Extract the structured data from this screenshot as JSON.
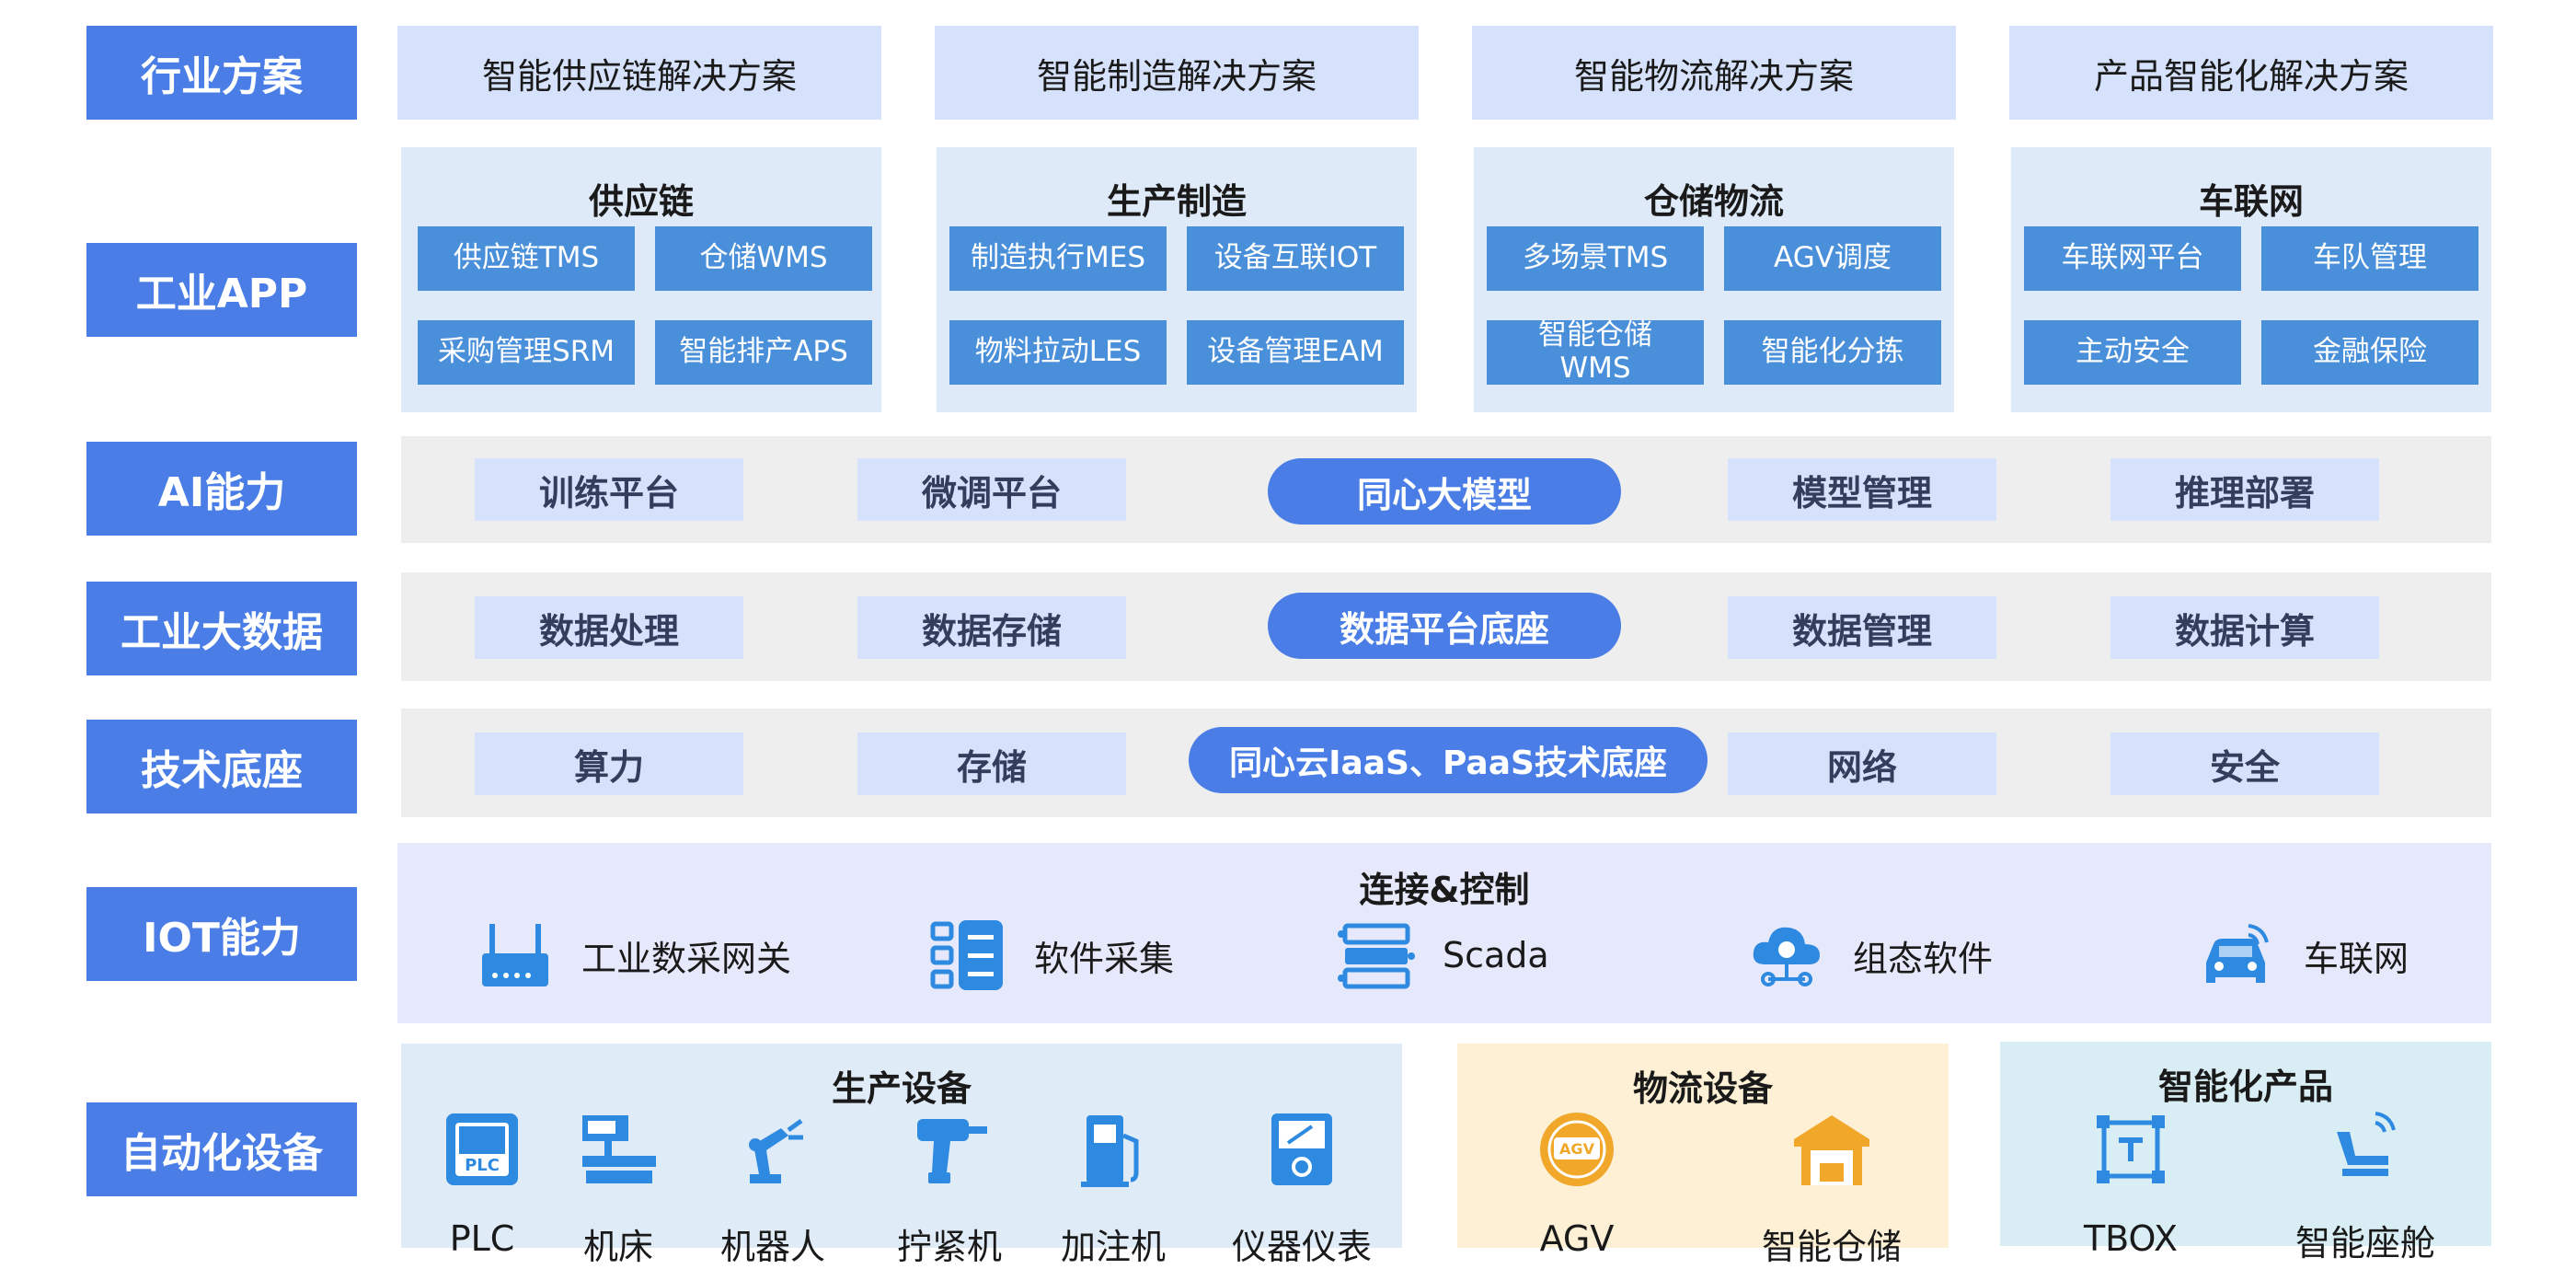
{
  "layers": {
    "industry": "行业方案",
    "app": "工业APP",
    "ai": "AI能力",
    "bigdata": "工业大数据",
    "tech": "技术底座",
    "iot": "IOT能力",
    "automation": "自动化设备"
  },
  "solutions": [
    "智能供应链解决方案",
    "智能制造解决方案",
    "智能物流解决方案",
    "产品智能化解决方案"
  ],
  "apps": [
    {
      "title": "供应链",
      "items": [
        "供应链TMS",
        "仓储WMS",
        "采购管理SRM",
        "智能排产APS"
      ]
    },
    {
      "title": "生产制造",
      "items": [
        "制造执行MES",
        "设备互联IOT",
        "物料拉动LES",
        "设备管理EAM"
      ]
    },
    {
      "title": "仓储物流",
      "items": [
        "多场景TMS",
        "AGV调度",
        "智能仓储\nWMS",
        "智能化分拣"
      ]
    },
    {
      "title": "车联网",
      "items": [
        "车联网平台",
        "车队管理",
        "主动安全",
        "金融保险"
      ]
    }
  ],
  "ai": {
    "left": [
      "训练平台",
      "微调平台"
    ],
    "center": "同心大模型",
    "right": [
      "模型管理",
      "推理部署"
    ]
  },
  "bigdata": {
    "left": [
      "数据处理",
      "数据存储"
    ],
    "center": "数据平台底座",
    "right": [
      "数据管理",
      "数据计算"
    ]
  },
  "tech": {
    "left": [
      "算力",
      "存储"
    ],
    "center": "同心云IaaS、PaaS技术底座",
    "right": [
      "网络",
      "安全"
    ]
  },
  "iot": {
    "title": "连接&控制",
    "items": [
      {
        "label": "工业数采网关",
        "icon": "gateway-router-icon"
      },
      {
        "label": "软件采集",
        "icon": "software-collect-icon"
      },
      {
        "label": "Scada",
        "icon": "scada-server-icon"
      },
      {
        "label": "组态软件",
        "icon": "cloud-config-icon"
      },
      {
        "label": "车联网",
        "icon": "connected-car-icon"
      }
    ]
  },
  "devices": {
    "production": {
      "title": "生产设备",
      "items": [
        {
          "label": "PLC",
          "icon": "plc-icon"
        },
        {
          "label": "机床",
          "icon": "machine-tool-icon"
        },
        {
          "label": "机器人",
          "icon": "robot-arm-icon"
        },
        {
          "label": "拧紧机",
          "icon": "tightening-drill-icon"
        },
        {
          "label": "加注机",
          "icon": "filling-station-icon"
        },
        {
          "label": "仪器仪表",
          "icon": "meter-icon"
        }
      ]
    },
    "logistics": {
      "title": "物流设备",
      "items": [
        {
          "label": "AGV",
          "icon": "agv-icon"
        },
        {
          "label": "智能仓储",
          "icon": "warehouse-icon"
        }
      ]
    },
    "smart": {
      "title": "智能化产品",
      "items": [
        {
          "label": "TBOX",
          "icon": "tbox-icon"
        },
        {
          "label": "智能座舱",
          "icon": "smart-cockpit-icon"
        }
      ]
    }
  },
  "colors": {
    "accent": "#4a7ee6",
    "chip": "#4a8fd9",
    "light": "#d6e2fb",
    "band": "#eeeeee",
    "icon": "#2e8ae0"
  }
}
